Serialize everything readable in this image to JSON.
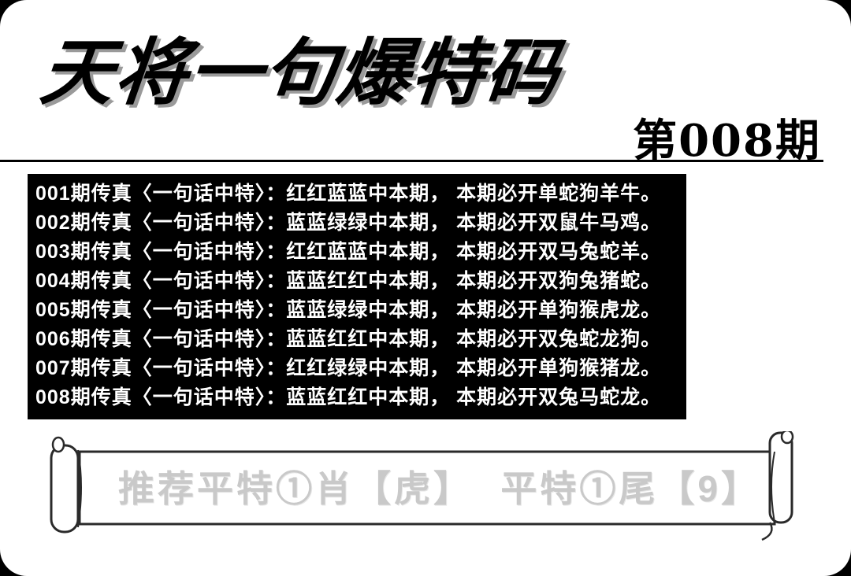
{
  "page": {
    "title": "天将一句爆特码",
    "issue": "第008期"
  },
  "fax": {
    "lines": [
      "001期传真〈一句话中特〉：红红蓝蓝中本期， 本期必开单蛇狗羊牛。",
      "002期传真〈一句话中特〉：蓝蓝绿绿中本期， 本期必开双鼠牛马鸡。",
      "003期传真〈一句话中特〉：红红蓝蓝中本期， 本期必开双马兔蛇羊。",
      "004期传真〈一句话中特〉：蓝蓝红红中本期， 本期必开双狗兔猪蛇。",
      "005期传真〈一句话中特〉：蓝蓝绿绿中本期， 本期必开单狗猴虎龙。",
      "006期传真〈一句话中特〉：蓝蓝红红中本期， 本期必开双兔蛇龙狗。",
      "007期传真〈一句话中特〉：红红绿绿中本期， 本期必开单狗猴猪龙。",
      "008期传真〈一句话中特〉：蓝蓝红红中本期， 本期必开双兔马蛇龙。"
    ]
  },
  "banner": {
    "left": "推荐平特①肖【虎】",
    "right": "平特①尾【9】"
  },
  "colors": {
    "background": "#ffffff",
    "outer": "#000000",
    "fax_panel": "#000000",
    "fax_text": "#ffffff",
    "banner_text": "#c9c9c9"
  }
}
